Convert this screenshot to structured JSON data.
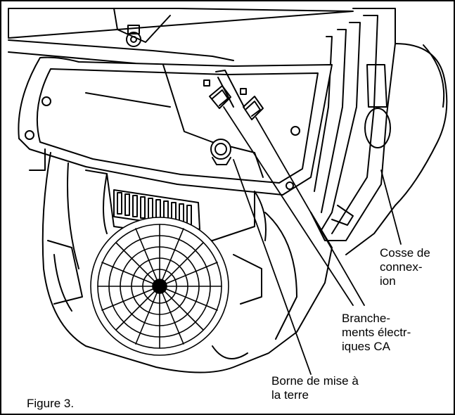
{
  "figure": {
    "caption": "Figure 3."
  },
  "callouts": {
    "lug": {
      "lines": [
        "Cosse de",
        "connex-",
        "ion"
      ]
    },
    "ac": {
      "lines": [
        "Branche-",
        "ments électr-",
        "iques CA"
      ]
    },
    "ground": {
      "lines": [
        "Borne de mise à",
        "la terre"
      ]
    }
  },
  "colors": {
    "line": "#000000",
    "background": "#ffffff",
    "grille": "#000000"
  }
}
